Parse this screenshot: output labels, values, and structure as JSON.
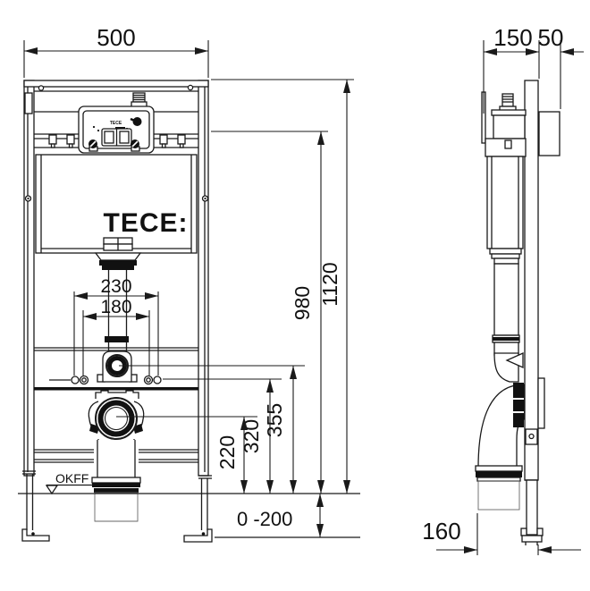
{
  "brand": {
    "logo": "TECE:",
    "unit_mark": "TECE"
  },
  "front_view": {
    "width_mm": "500",
    "flush_pipe_width_mm": "230",
    "bolt_spacing_mm": "180",
    "total_height_mm": "1120",
    "upper_fixing_height_mm": "980",
    "flush_bend_height_mm": "355",
    "rail_height_mm": "320",
    "outlet_height_mm": "220",
    "leg_adjustment_mm": "0 -200",
    "floor_level_label": "OKFF"
  },
  "side_view": {
    "frame_depth_mm": "150",
    "front_offset_mm": "50",
    "outlet_depth_mm": "160"
  },
  "colors": {
    "line": "#1a1a1a",
    "dark_fill": "#111111",
    "background": "#ffffff"
  }
}
